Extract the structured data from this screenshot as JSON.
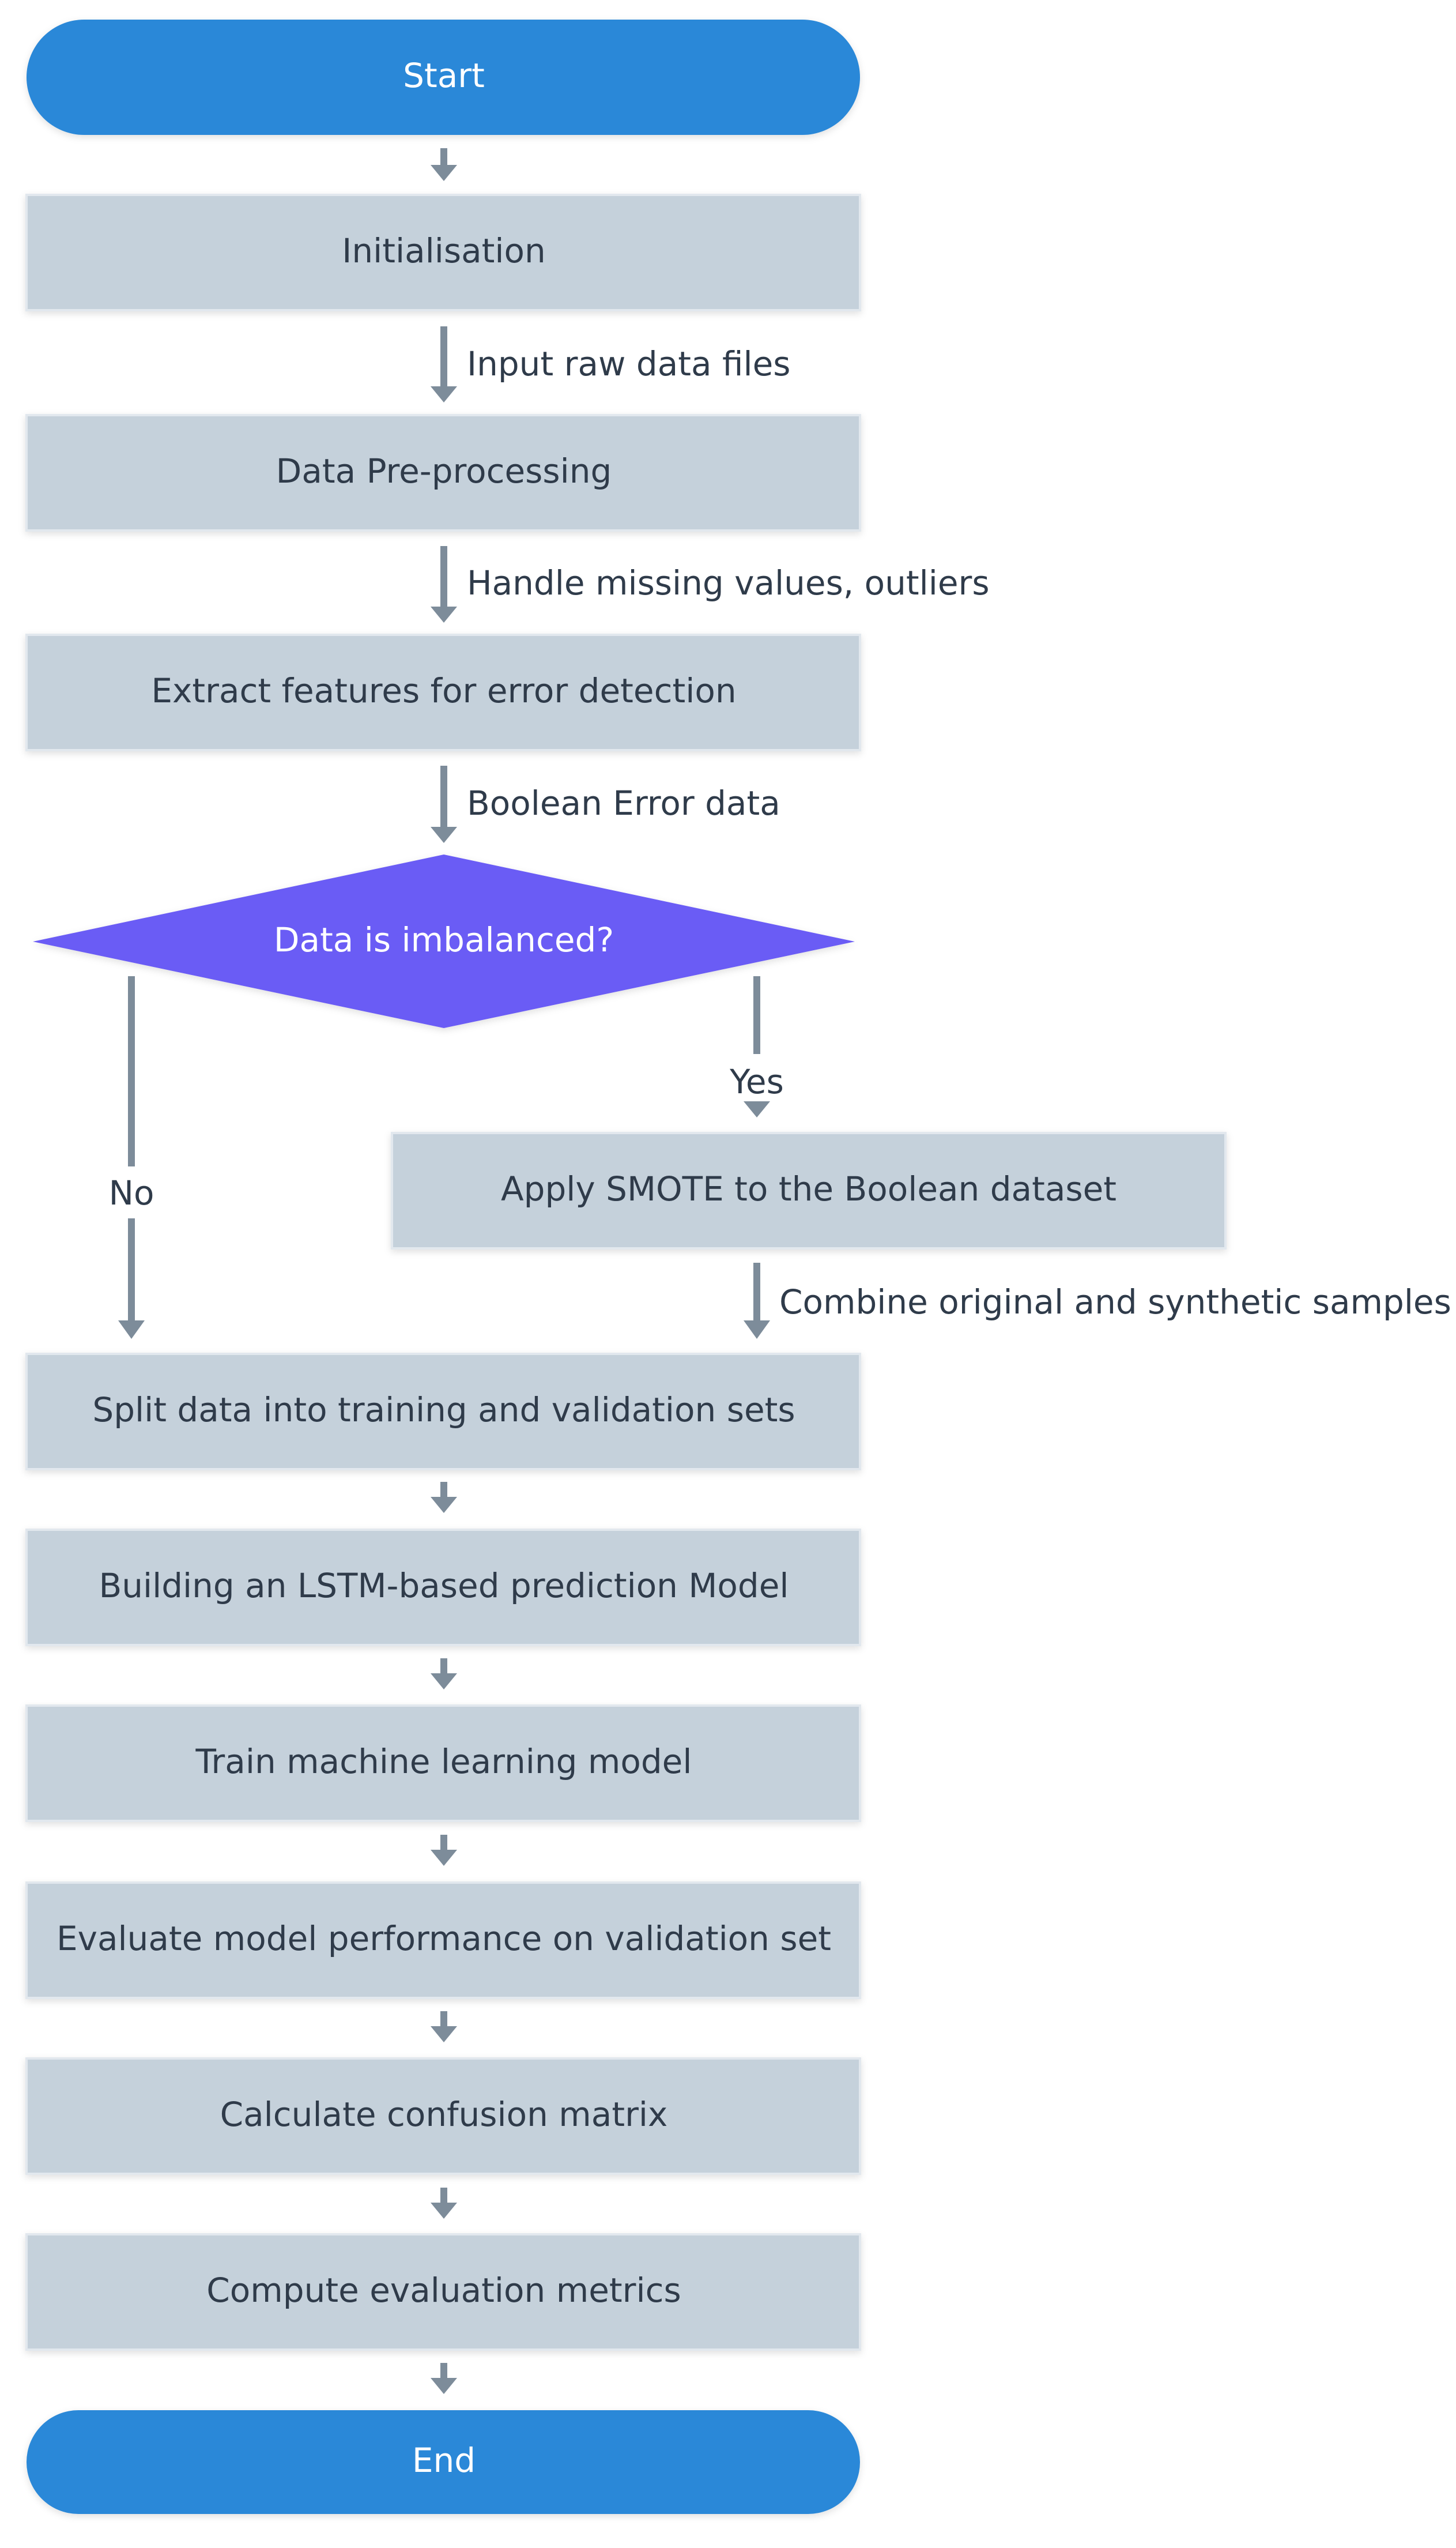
{
  "colors": {
    "terminal": "#2b88d8",
    "process": "#c5d1db",
    "process_border": "#e2e8ee",
    "decision": "#6a5cf5",
    "arrow": "#7d8c9a",
    "text_dark": "#2f3b4a",
    "text_light": "#ffffff"
  },
  "nodes": {
    "start": "Start",
    "init": "Initialisation",
    "preprocess": "Data Pre-processing",
    "extract": "Extract features for error detection",
    "decision": "Data is imbalanced?",
    "smote": "Apply SMOTE to the Boolean dataset",
    "split": "Split data into training and validation sets",
    "build": "Building an LSTM-based prediction Model",
    "train": "Train machine learning model",
    "evaluate": "Evaluate model performance on validation set",
    "confusion": "Calculate confusion matrix",
    "metrics": "Compute evaluation metrics",
    "end": "End"
  },
  "edges": {
    "input_raw": "Input raw data files",
    "handle_missing": "Handle missing values, outliers",
    "boolean_error": "Boolean Error data",
    "yes": "Yes",
    "no": "No",
    "combine": "Combine original and synthetic samples"
  }
}
